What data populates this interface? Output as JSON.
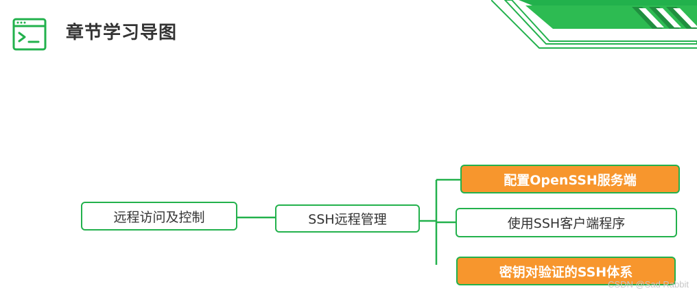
{
  "header": {
    "title": "章节学习导图",
    "icon": "terminal-window-icon"
  },
  "colors": {
    "accent": "#22b14c",
    "highlight": "#f7962d",
    "text": "#333333"
  },
  "mindmap": {
    "root": {
      "label": "远程访问及控制"
    },
    "middle": {
      "label": "SSH远程管理"
    },
    "children": [
      {
        "label": "配置OpenSSH服务端",
        "highlighted": true
      },
      {
        "label": "使用SSH客户端程序",
        "highlighted": false
      },
      {
        "label": "密钥对验证的SSH体系",
        "highlighted": true
      }
    ]
  },
  "watermark": "CSDN @Sad Rabbit"
}
